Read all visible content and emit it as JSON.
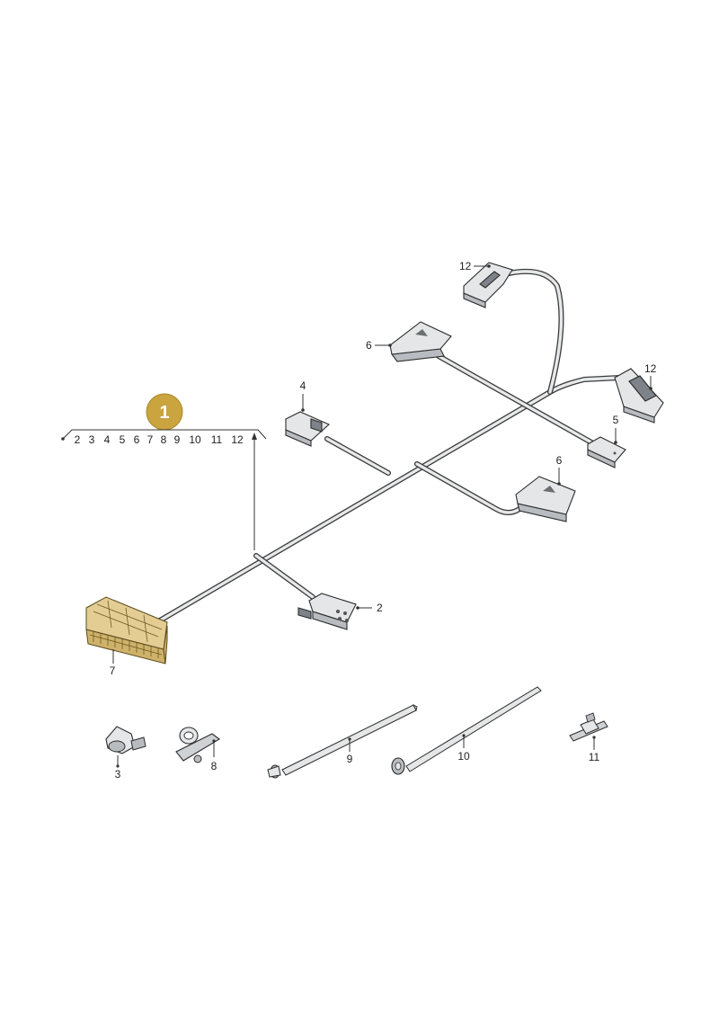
{
  "callout": {
    "number": "1",
    "color": "#C9A43F"
  },
  "sub_items_row": [
    "2",
    "3",
    "4",
    "5",
    "6",
    "7",
    "8",
    "9",
    "10",
    "11",
    "12"
  ],
  "part_labels": {
    "p2": "2",
    "p3": "3",
    "p4": "4",
    "p5": "5",
    "p6a": "6",
    "p6b": "6",
    "p7": "7",
    "p8": "8",
    "p9": "9",
    "p10": "10",
    "p11": "11",
    "p12a": "12",
    "p12b": "12"
  },
  "colors": {
    "highlight": "#E3CD92",
    "wire": "#3A3A3A",
    "connector": "#E4E6E8"
  }
}
